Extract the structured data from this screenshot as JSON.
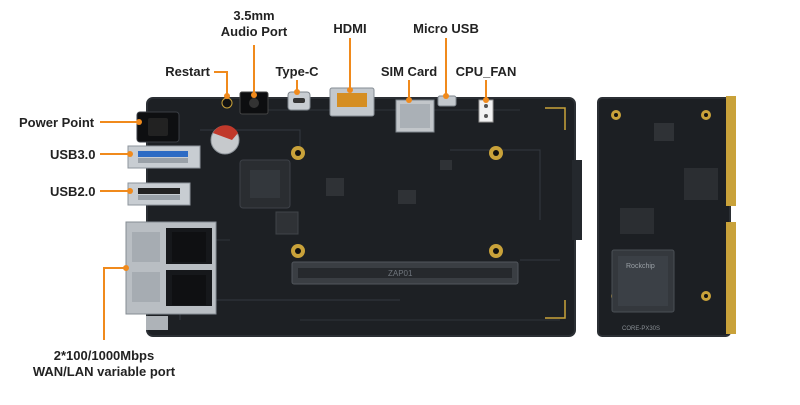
{
  "colors": {
    "accent": "#f08a1c",
    "board": "#1d2024",
    "board_edge": "#2b2f34",
    "gold": "#c9a23a",
    "label": "#222222"
  },
  "labels": {
    "audio_port_line1": "3.5mm",
    "audio_port_line2": "Audio Port",
    "hdmi": "HDMI",
    "micro_usb": "Micro USB",
    "restart": "Restart",
    "type_c": "Type-C",
    "sim_card": "SIM Card",
    "cpu_fan": "CPU_FAN",
    "power_point": "Power Point",
    "usb3": "USB3.0",
    "usb2": "USB2.0",
    "ethernet_line1": "2*100/1000Mbps",
    "ethernet_line2": "WAN/LAN variable port"
  },
  "board_print": {
    "slot_text": "ZAP01",
    "module_label": "CORE-PX30S",
    "module_chip": "Rockchip"
  }
}
